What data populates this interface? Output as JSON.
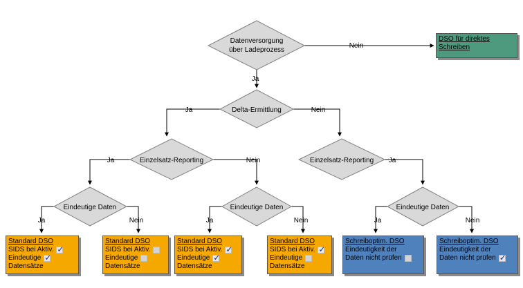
{
  "decisions": {
    "datenversorgung_line1": "Datenversorgung",
    "datenversorgung_line2": "über Ladeprozess",
    "delta": "Delta-Ermittlung",
    "einzelsatz": "Einzelsatz-Reporting",
    "eindeutige": "Eindeutige Daten"
  },
  "labels": {
    "ja": "Ja",
    "nein": "Nein"
  },
  "top_box": {
    "line1": "DSO für direktes",
    "line2": "Schreiben",
    "color": "#4E9A7E"
  },
  "standard_box": {
    "title": "Standard DSO",
    "sids": "SIDS bei Aktiv.",
    "eindeutige": "Eindeutige",
    "datensaetze": "Datensätze",
    "color": "#F5A800"
  },
  "outcomes": [
    {
      "sids_checked": true,
      "eindeutige_checked": true
    },
    {
      "sids_checked": false,
      "eindeutige_checked": false
    },
    {
      "sids_checked": true,
      "eindeutige_checked": true
    },
    {
      "sids_checked": true,
      "eindeutige_checked": false
    }
  ],
  "write_optimized_box": {
    "title": "Schreiboptim. DSO",
    "line1": "Eindeutigkeit der",
    "line2": "Daten nicht prüfen",
    "color": "#4F81BD"
  },
  "write_optimized_outcomes": [
    {
      "checked": false
    },
    {
      "checked": true
    }
  ]
}
